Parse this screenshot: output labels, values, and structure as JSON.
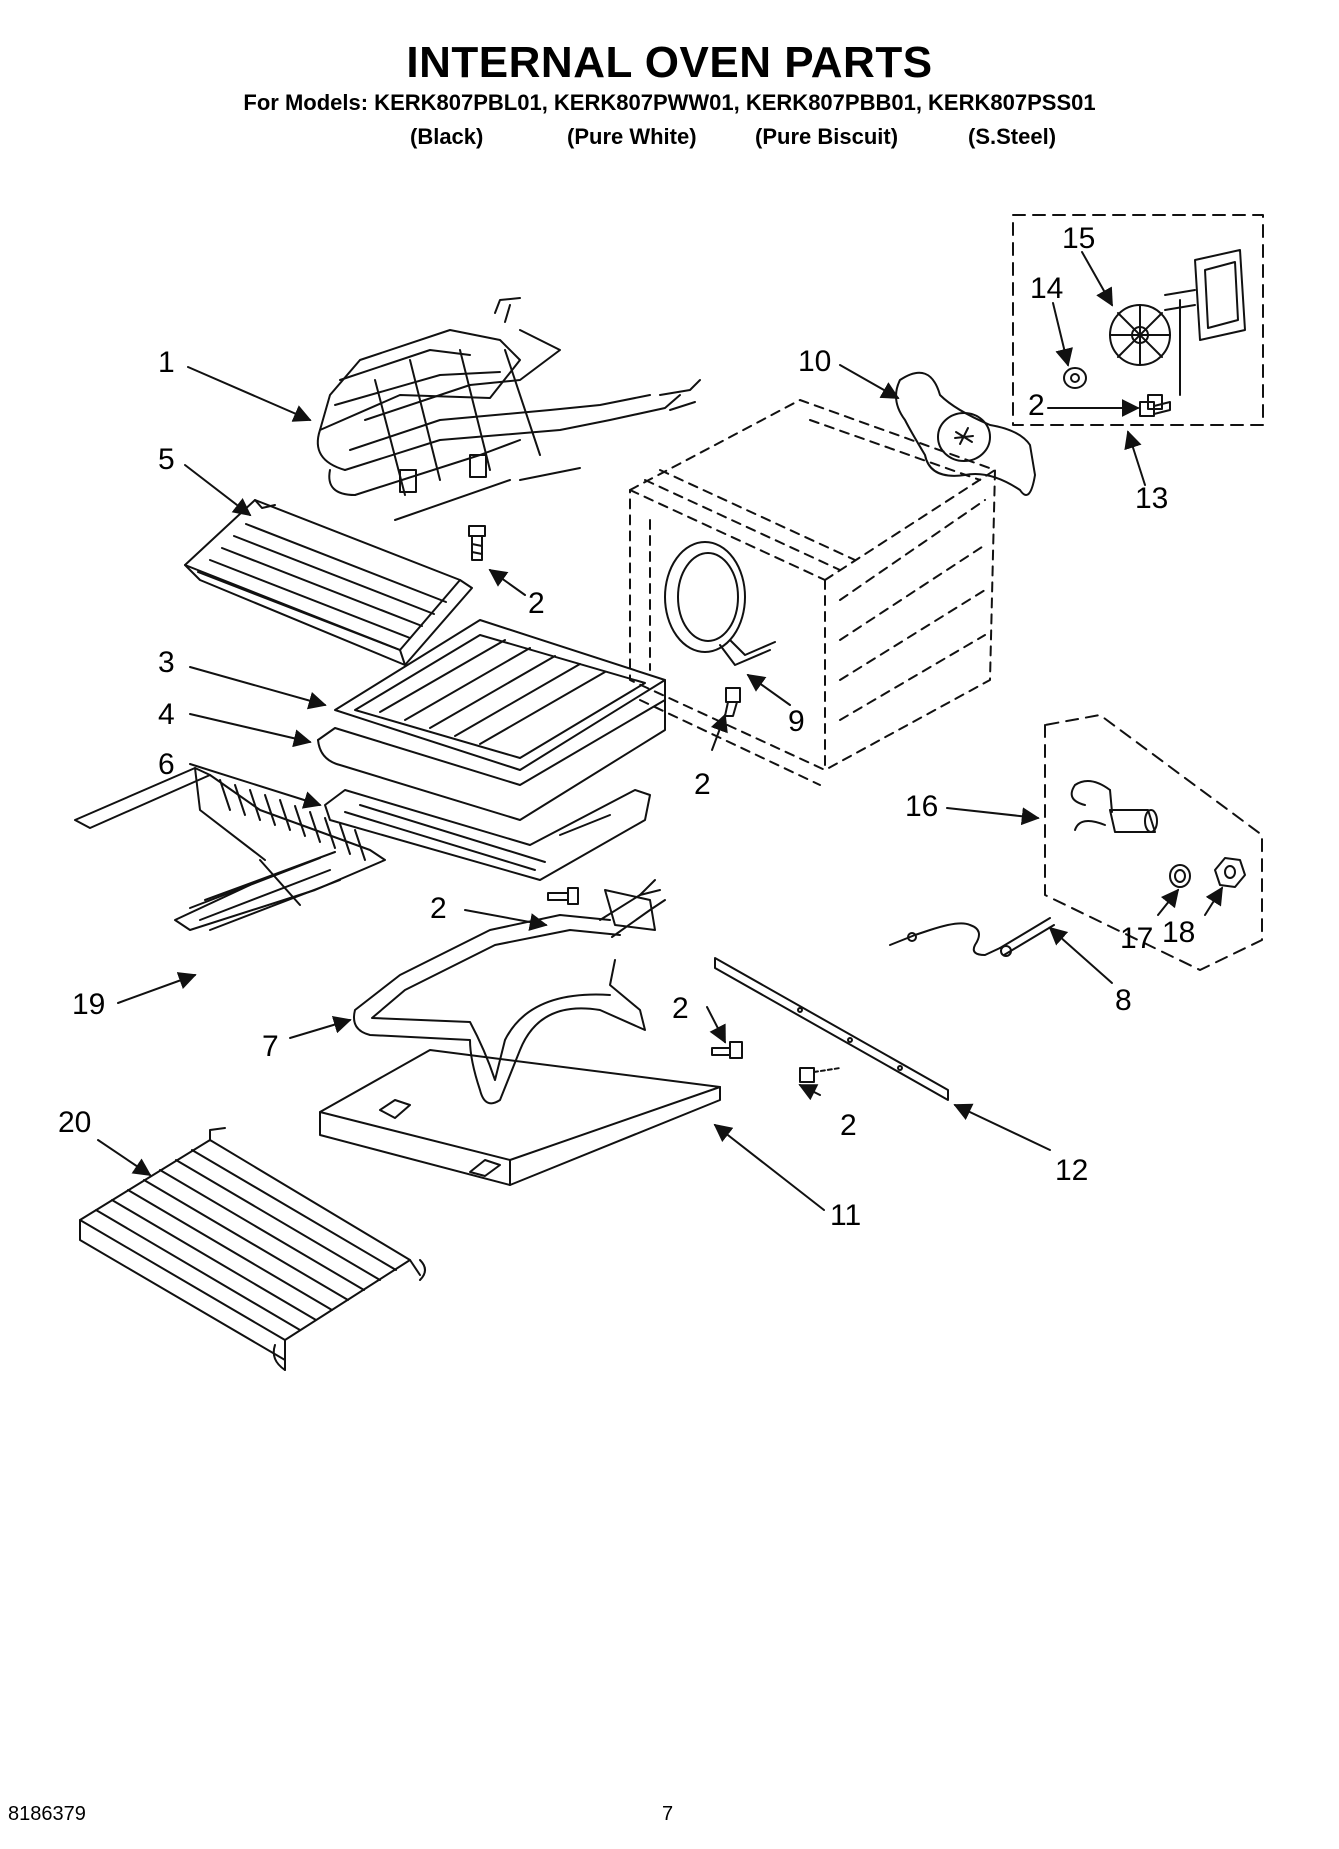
{
  "header": {
    "title": "INTERNAL OVEN PARTS",
    "models_line": "For Models: KERK807PBL01, KERK807PWW01, KERK807PBB01, KERK807PSS01",
    "finishes": [
      "(Black)",
      "(Pure White)",
      "(Pure Biscuit)",
      "(S.Steel)"
    ]
  },
  "callouts": [
    "1",
    "5",
    "2",
    "3",
    "4",
    "6",
    "19",
    "2",
    "7",
    "20",
    "11",
    "10",
    "9",
    "2",
    "2",
    "12",
    "2",
    "16",
    "17",
    "18",
    "8",
    "15",
    "14",
    "2",
    "13"
  ],
  "footer": {
    "doc_number": "8186379",
    "page_number": "7"
  }
}
